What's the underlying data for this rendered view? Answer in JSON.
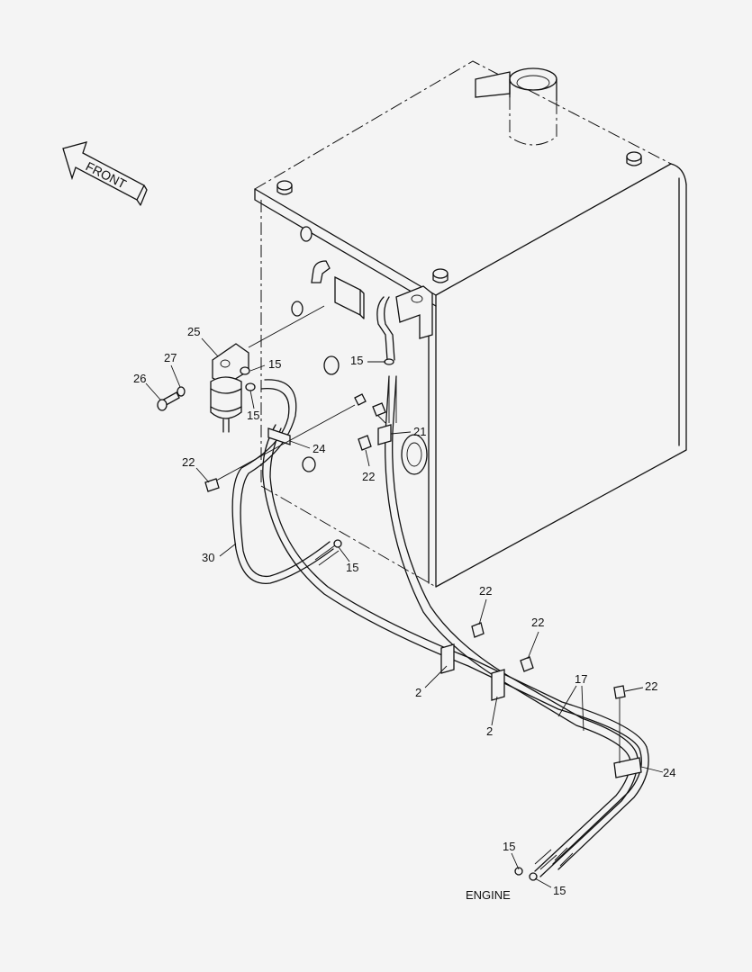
{
  "diagram": {
    "front_label": "FRONT",
    "engine_label": "ENGINE",
    "callouts": [
      {
        "id": "c25",
        "text": "25"
      },
      {
        "id": "c27",
        "text": "27"
      },
      {
        "id": "c26",
        "text": "26"
      },
      {
        "id": "c15a",
        "text": "15"
      },
      {
        "id": "c15b",
        "text": "15"
      },
      {
        "id": "c15c",
        "text": "15"
      },
      {
        "id": "c15d",
        "text": "15"
      },
      {
        "id": "c15e",
        "text": "15"
      },
      {
        "id": "c15f",
        "text": "15"
      },
      {
        "id": "c24a",
        "text": "24"
      },
      {
        "id": "c24b",
        "text": "24"
      },
      {
        "id": "c22a",
        "text": "22"
      },
      {
        "id": "c22b",
        "text": "22"
      },
      {
        "id": "c22c",
        "text": "22"
      },
      {
        "id": "c22d",
        "text": "22"
      },
      {
        "id": "c22e",
        "text": "22"
      },
      {
        "id": "c21",
        "text": "21"
      },
      {
        "id": "c30",
        "text": "30"
      },
      {
        "id": "c2a",
        "text": "2"
      },
      {
        "id": "c2b",
        "text": "2"
      },
      {
        "id": "c17",
        "text": "17"
      }
    ]
  }
}
